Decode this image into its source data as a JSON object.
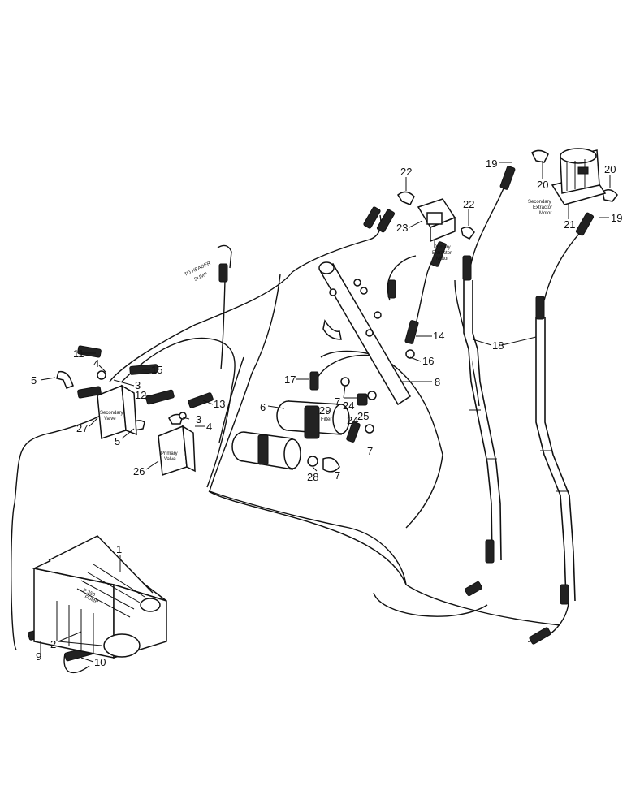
{
  "callouts": {
    "c1": "1",
    "c2": "2",
    "c3a": "3",
    "c3b": "3",
    "c4a": "4",
    "c4b": "4",
    "c5a": "5",
    "c5b": "5",
    "c6": "6",
    "c7a": "7",
    "c7b": "7",
    "c7c": "7",
    "c8": "8",
    "c9": "9",
    "c10": "10",
    "c11": "11",
    "c12": "12",
    "c13": "13",
    "c14": "14",
    "c15": "15",
    "c16": "16",
    "c17": "17",
    "c18": "18",
    "c19a": "19",
    "c19b": "19",
    "c20a": "20",
    "c20b": "20",
    "c21": "21",
    "c22a": "22",
    "c22b": "22",
    "c23": "23",
    "c24a": "24",
    "c24b": "24",
    "c25": "25",
    "c26": "26",
    "c27": "27",
    "c28": "28",
    "c29": "29"
  },
  "labels": {
    "to_header_sump_1": "TO HEADER",
    "to_header_sump_2": "SUMP",
    "primary_motor_1": "Primary",
    "primary_motor_2": "Extractor",
    "primary_motor_3": "Motor",
    "secondary_motor_1": "Secondary",
    "secondary_motor_2": "Extractor",
    "secondary_motor_3": "Motor",
    "secondary_valve_1": "Secondary",
    "secondary_valve_2": "Valve",
    "primary_valve_1": "Primary",
    "primary_valve_2": "Valve",
    "filter": "Filter",
    "pump_1": "P 350",
    "pump_2": "PUMP"
  }
}
